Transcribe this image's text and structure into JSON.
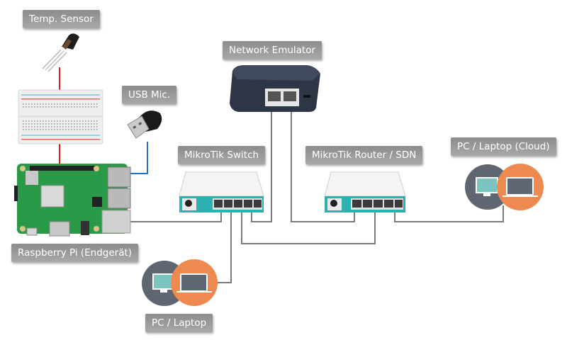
{
  "diagram": {
    "colors": {
      "ethernet_cable": "#7a7a7a",
      "sensor_wire": "#e31b1b",
      "usb_wire": "#1f6fc7",
      "label_bg": "#9a9a9a",
      "label_text": "#ffffff",
      "device_teal": "#2fb0b0",
      "emulator_body": "#2e3645",
      "pcb_green": "#2a9a48",
      "icon_dark_circle": "#5f6672",
      "icon_orange_circle": "#ee8a50",
      "monitor_screen": "#7cc4c0"
    },
    "nodes": [
      {
        "id": "temp-sensor",
        "label": "Temp. Sensor",
        "icon": "temperature-sensor-icon"
      },
      {
        "id": "breadboard",
        "label": "",
        "icon": "breadboard-icon"
      },
      {
        "id": "usb-mic",
        "label": "USB Mic.",
        "icon": "usb-microphone-icon"
      },
      {
        "id": "raspberry-pi",
        "label": "Raspberry Pi (Endgerät)",
        "icon": "raspberry-pi-icon"
      },
      {
        "id": "network-emulator",
        "label": "Network Emulator",
        "icon": "network-emulator-icon"
      },
      {
        "id": "mikrotik-switch",
        "label": "MikroTik Switch",
        "icon": "router-icon"
      },
      {
        "id": "mikrotik-router",
        "label": "MikroTik Router / SDN",
        "icon": "router-icon"
      },
      {
        "id": "pc-laptop",
        "label": "PC / Laptop",
        "icon": "pc-laptop-icon"
      },
      {
        "id": "pc-laptop-cloud",
        "label": "PC / Laptop (Cloud)",
        "icon": "pc-laptop-icon"
      }
    ],
    "edges": [
      {
        "from": "temp-sensor",
        "to": "breadboard",
        "type": "sensor_wire"
      },
      {
        "from": "breadboard",
        "to": "raspberry-pi",
        "type": "sensor_wire"
      },
      {
        "from": "usb-mic",
        "to": "raspberry-pi",
        "type": "usb_wire"
      },
      {
        "from": "raspberry-pi",
        "to": "mikrotik-switch",
        "type": "ethernet_cable"
      },
      {
        "from": "mikrotik-switch",
        "to": "pc-laptop",
        "type": "ethernet_cable"
      },
      {
        "from": "mikrotik-switch",
        "to": "mikrotik-router",
        "type": "ethernet_cable"
      },
      {
        "from": "mikrotik-switch",
        "to": "network-emulator",
        "type": "ethernet_cable"
      },
      {
        "from": "network-emulator",
        "to": "mikrotik-router",
        "type": "ethernet_cable"
      },
      {
        "from": "mikrotik-router",
        "to": "pc-laptop-cloud",
        "type": "ethernet_cable"
      }
    ]
  }
}
